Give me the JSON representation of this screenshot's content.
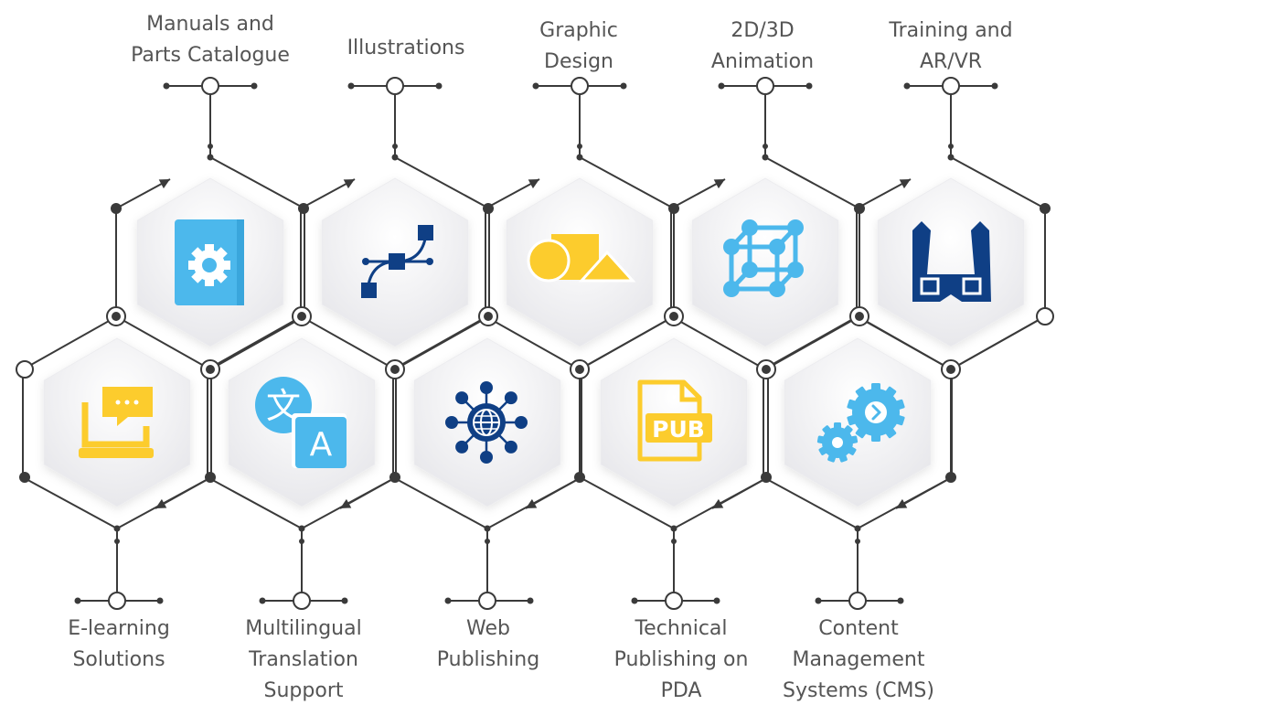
{
  "services_top": [
    {
      "label": "Manuals and\nParts Catalogue",
      "icon": "manual-book-gear-icon"
    },
    {
      "label": "Illustrations",
      "icon": "vector-pen-icon"
    },
    {
      "label": "Graphic\nDesign",
      "icon": "shapes-icon"
    },
    {
      "label": "2D/3D\nAnimation",
      "icon": "cube-wireframe-icon"
    },
    {
      "label": "Training and\nAR/VR",
      "icon": "vr-headset-icon"
    }
  ],
  "services_bottom": [
    {
      "label": "E-learning\nSolutions",
      "icon": "laptop-chat-icon"
    },
    {
      "label": "Multilingual\nTranslation\nSupport",
      "icon": "translate-icon"
    },
    {
      "label": "Web\nPublishing",
      "icon": "globe-network-icon"
    },
    {
      "label": "Technical\nPublishing on\nPDA",
      "icon": "pub-document-icon"
    },
    {
      "label": "Content\nManagement\nSystems (CMS)",
      "icon": "gears-cms-icon"
    }
  ],
  "icon_text": {
    "translate_glyph": "文",
    "translate_letter": "A",
    "pub_text": "PUB"
  },
  "colors": {
    "line": "#3a3a3a",
    "text": "#555555",
    "light_blue": "#4cb8ec",
    "dark_blue": "#0f3f85",
    "yellow": "#fccc2d",
    "hex_fill": "#f3f3f5"
  }
}
